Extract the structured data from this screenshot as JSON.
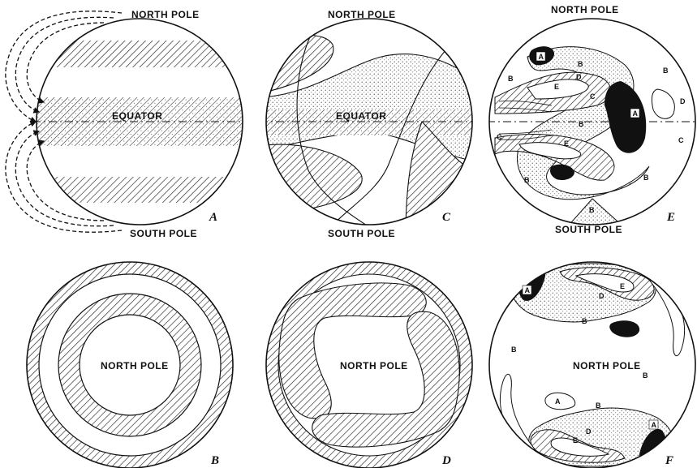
{
  "figure": {
    "panel_a": {
      "top": "NORTH POLE",
      "middle": "EQUATOR",
      "bottom": "SOUTH POLE",
      "letter": "A"
    },
    "panel_b": {
      "center": "NORTH POLE",
      "letter": "B"
    },
    "panel_c": {
      "top": "NORTH POLE",
      "middle": "EQUATOR",
      "bottom": "SOUTH POLE",
      "letter": "C"
    },
    "panel_d": {
      "center": "NORTH POLE",
      "letter": "D"
    },
    "panel_e": {
      "top": "NORTH POLE",
      "bottom": "SOUTH POLE",
      "letter": "E",
      "zone_labels": {
        "a": "A",
        "b": "B",
        "c": "C",
        "d": "D",
        "e": "E"
      }
    },
    "panel_f": {
      "center": "NORTH POLE",
      "letter": "F",
      "zone_labels": {
        "a": "A",
        "b": "B",
        "d": "D",
        "e": "E"
      }
    }
  }
}
